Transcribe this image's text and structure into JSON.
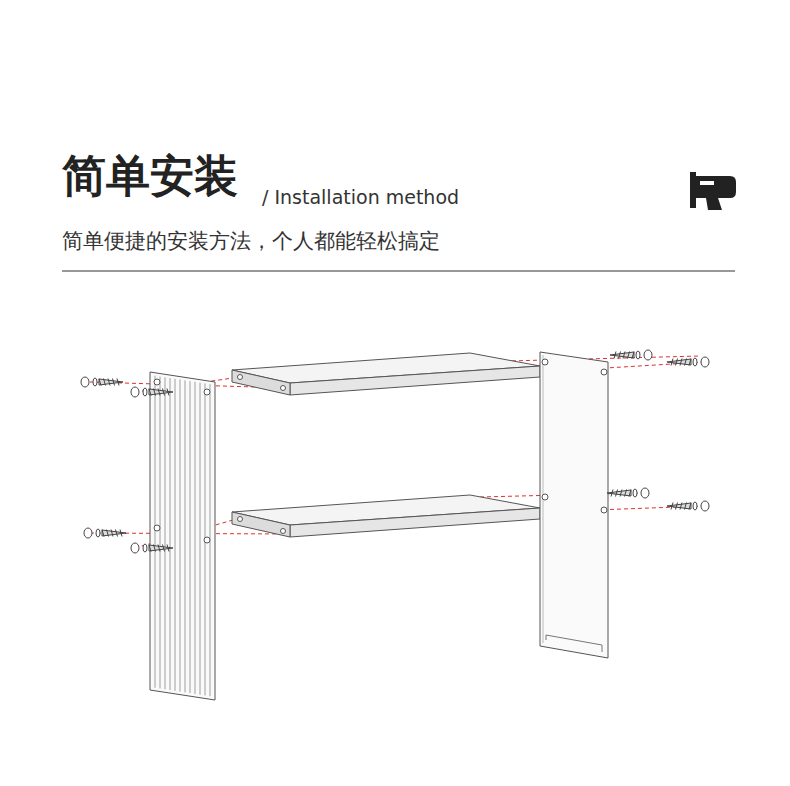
{
  "diagram": {
    "title": "简单安装",
    "labels": [
      "/ Installation method",
      "简单便捷的安装方法，个人都能轻松搞定"
    ]
  }
}
